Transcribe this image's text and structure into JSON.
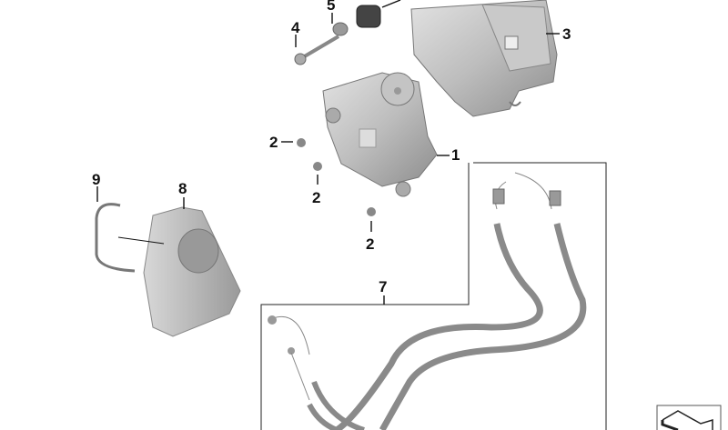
{
  "diagram": {
    "type": "exploded-parts-diagram",
    "background": "#ffffff",
    "part_color": "#b9b9b9",
    "line_color": "#111111",
    "callouts": [
      {
        "id": "1",
        "label": "1"
      },
      {
        "id": "2a",
        "label": "2"
      },
      {
        "id": "2b",
        "label": "2"
      },
      {
        "id": "2c",
        "label": "2"
      },
      {
        "id": "3",
        "label": "3"
      },
      {
        "id": "4",
        "label": "4"
      },
      {
        "id": "5",
        "label": "5"
      },
      {
        "id": "7",
        "label": "7"
      },
      {
        "id": "8",
        "label": "8"
      },
      {
        "id": "9",
        "label": "9"
      }
    ],
    "parts": [
      {
        "callout": "1",
        "name": "actuator-motor"
      },
      {
        "callout": "2",
        "name": "screw",
        "count": 3
      },
      {
        "callout": "3",
        "name": "actuator-housing"
      },
      {
        "callout": "4",
        "name": "bolt"
      },
      {
        "callout": "5",
        "name": "bushing"
      },
      {
        "callout": "7",
        "name": "bowden-cable-set"
      },
      {
        "callout": "8",
        "name": "cover-bracket"
      },
      {
        "callout": "9",
        "name": "spring-clip"
      }
    ],
    "corner_icon": "view-orientation-icon"
  }
}
